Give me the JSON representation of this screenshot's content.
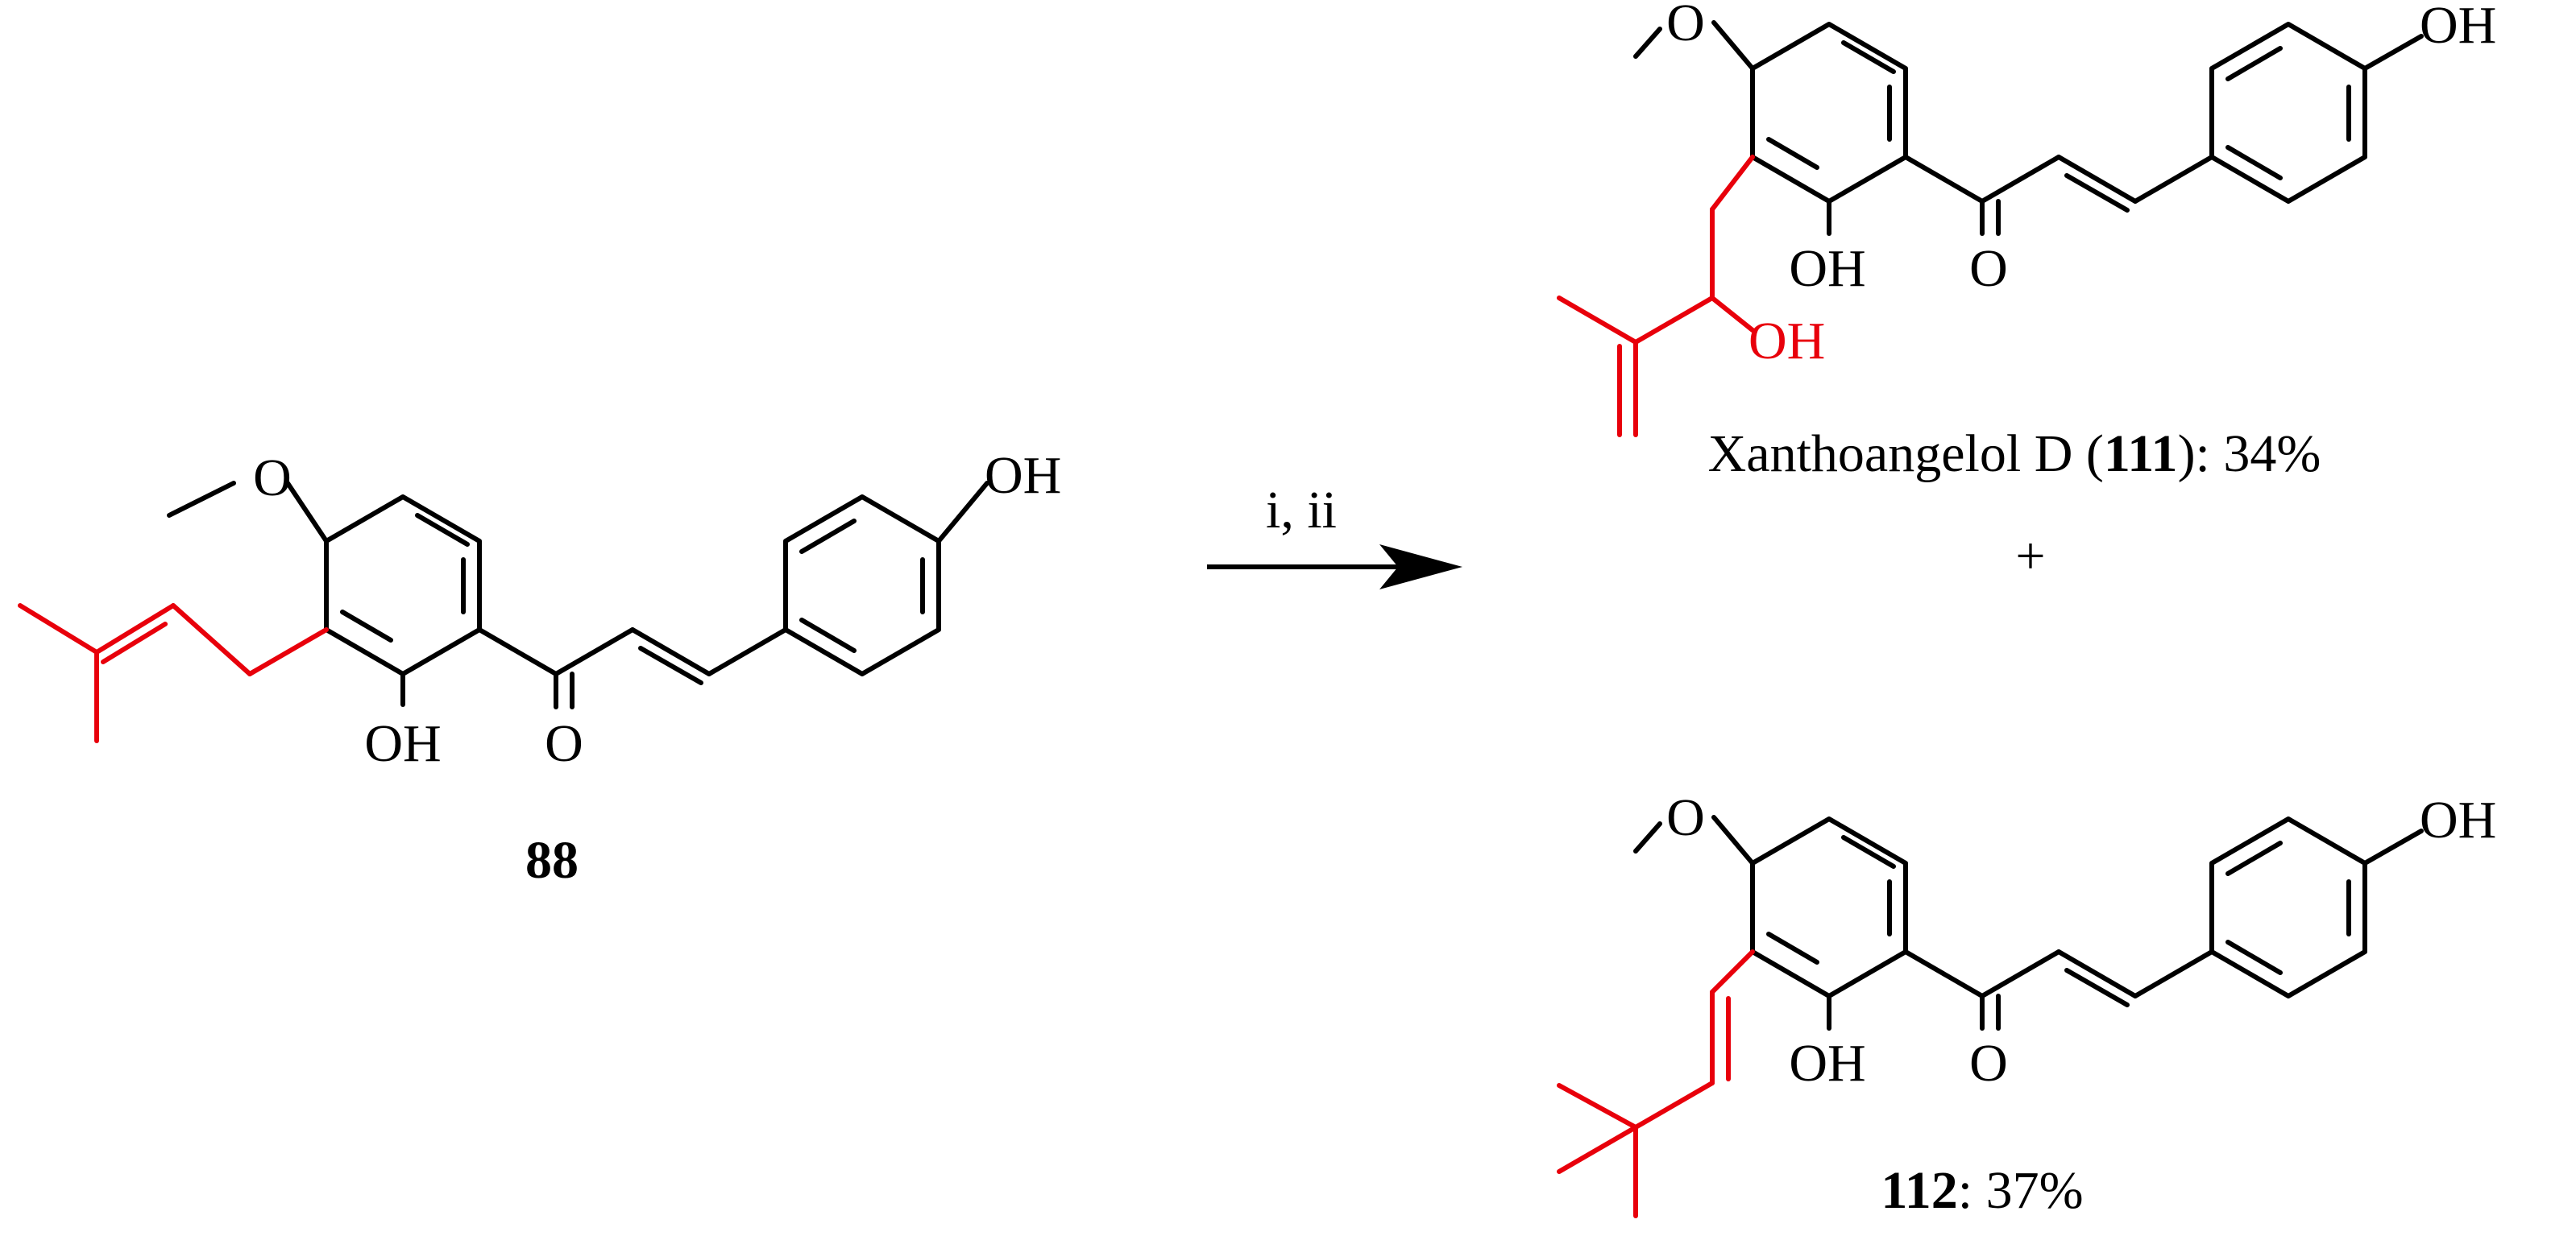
{
  "colors": {
    "bond": "#000000",
    "highlight": "#e8000b"
  },
  "reaction": {
    "conditions": "i, ii",
    "plus": "+"
  },
  "reactant": {
    "label": "88",
    "atoms": {
      "methoxy_o": "O",
      "phenol_oh": "OH",
      "chelated_oh": "OH",
      "carbonyl_o": "O"
    }
  },
  "product1": {
    "name": "Xanthoangelol D",
    "open": " (",
    "number": "111",
    "yield": "): 34%",
    "atoms": {
      "methoxy_o": "O",
      "phenol_oh": "OH",
      "chelated_oh": "OH",
      "carbonyl_o": "O",
      "side_chain_oh": "OH"
    }
  },
  "product2": {
    "number": "112",
    "yield": ": 37%",
    "atoms": {
      "methoxy_o": "O",
      "phenol_oh": "OH",
      "chelated_oh": "OH",
      "carbonyl_o": "O"
    }
  }
}
